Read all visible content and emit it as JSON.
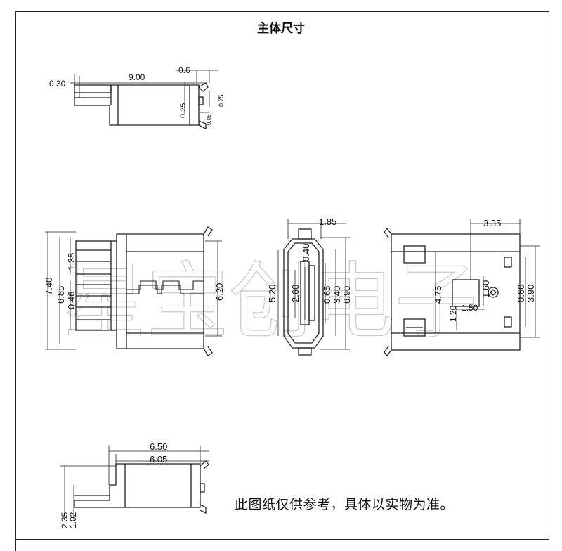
{
  "title": "主体尺寸",
  "note": "此图纸仅供参考，具体以实物为准。",
  "watermark": "星宝创电子",
  "views": {
    "side_top": {
      "dims": [
        "0.30",
        "9.00",
        "0.6",
        "0.25",
        "0.75",
        "0.06"
      ]
    },
    "top": {
      "dims": [
        "7.40",
        "6.85",
        "1.38",
        "0.46",
        "6.20"
      ]
    },
    "front": {
      "dims": [
        "1.85",
        "0.40",
        "5.20",
        "2.60",
        "0.65",
        "3.40",
        "6.90"
      ]
    },
    "bottom": {
      "dims": [
        "3.35",
        "4.75",
        "1.60",
        "0.60",
        "3.90",
        "1.20",
        "1.50"
      ]
    },
    "side_bottom": {
      "dims": [
        "6.50",
        "6.05",
        "2.35",
        "1.02"
      ]
    }
  },
  "colors": {
    "line": "#222222",
    "watermark": "#c9c9c9"
  }
}
